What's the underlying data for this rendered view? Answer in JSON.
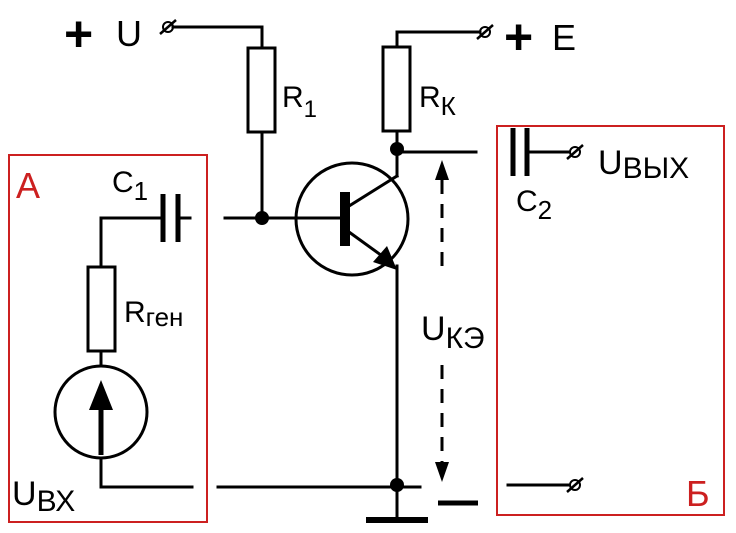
{
  "terminals": {
    "supply_u": {
      "sign": "+",
      "label": "U"
    },
    "supply_e": {
      "sign": "+",
      "label": "E"
    },
    "output": {
      "base": "U",
      "sub": "ВЫХ"
    },
    "input": {
      "base": "U",
      "sub": "ВХ"
    },
    "minus": "–"
  },
  "components": {
    "r1": {
      "base": "R",
      "sub": "1"
    },
    "rk": {
      "base": "R",
      "sub": "К"
    },
    "rgen": {
      "base": "R",
      "sub": "ген"
    },
    "c1": {
      "base": "C",
      "sub": "1"
    },
    "c2": {
      "base": "C",
      "sub": "2"
    }
  },
  "voltage_ke": {
    "base": "U",
    "sub": "КЭ"
  },
  "blocks": {
    "a": "А",
    "b": "Б"
  },
  "colors": {
    "frame": "#cc2020",
    "ink": "#000000"
  }
}
